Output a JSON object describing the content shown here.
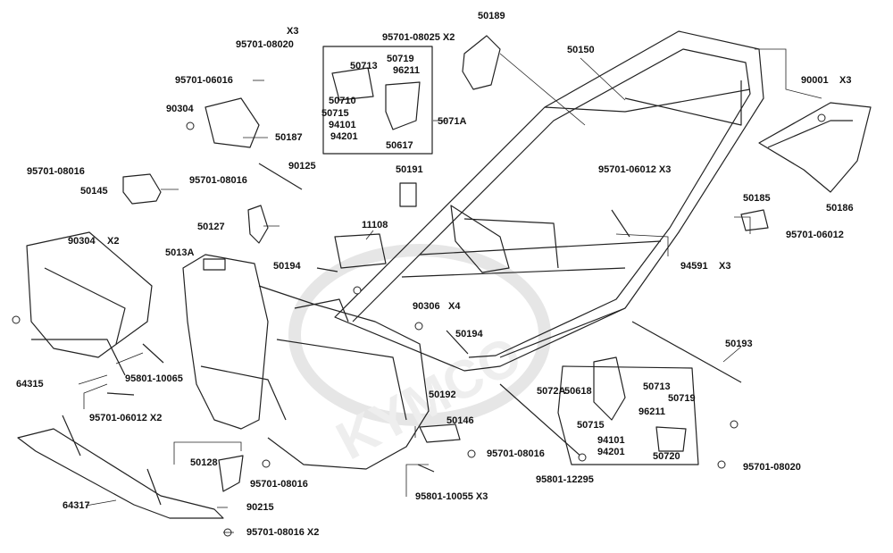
{
  "parts": [
    {
      "id": "p1",
      "text": "X3"
    },
    {
      "id": "p2",
      "text": "95701-08020"
    },
    {
      "id": "p3",
      "text": "95701-08025 X2"
    },
    {
      "id": "p4",
      "text": "50189"
    },
    {
      "id": "p5",
      "text": "50150"
    },
    {
      "id": "p6",
      "text": "95701-06016"
    },
    {
      "id": "p7",
      "text": "50713"
    },
    {
      "id": "p8",
      "text": "50719"
    },
    {
      "id": "p9",
      "text": "96211"
    },
    {
      "id": "p10",
      "text": "50710"
    },
    {
      "id": "p11",
      "text": "50715"
    },
    {
      "id": "p12",
      "text": "94101"
    },
    {
      "id": "p13",
      "text": "94201"
    },
    {
      "id": "p14",
      "text": "5071A"
    },
    {
      "id": "p15",
      "text": "50617"
    },
    {
      "id": "p16",
      "text": "90304"
    },
    {
      "id": "p17",
      "text": "50187"
    },
    {
      "id": "p18",
      "text": "90001"
    },
    {
      "id": "p19",
      "text": "X3"
    },
    {
      "id": "p20",
      "text": "95701-08016"
    },
    {
      "id": "p21",
      "text": "50145"
    },
    {
      "id": "p22",
      "text": "90125"
    },
    {
      "id": "p23",
      "text": "95701-08016"
    },
    {
      "id": "p24",
      "text": "50191"
    },
    {
      "id": "p25",
      "text": "95701-06012 X3"
    },
    {
      "id": "p26",
      "text": "50185"
    },
    {
      "id": "p27",
      "text": "50186"
    },
    {
      "id": "p28",
      "text": "50127"
    },
    {
      "id": "p29",
      "text": "11108"
    },
    {
      "id": "p30",
      "text": "95701-06012"
    },
    {
      "id": "p31",
      "text": "90304"
    },
    {
      "id": "p32",
      "text": "X2"
    },
    {
      "id": "p33",
      "text": "5013A"
    },
    {
      "id": "p34",
      "text": "50194"
    },
    {
      "id": "p35",
      "text": "94591"
    },
    {
      "id": "p36",
      "text": "X3"
    },
    {
      "id": "p37",
      "text": "90306"
    },
    {
      "id": "p38",
      "text": "X4"
    },
    {
      "id": "p39",
      "text": "50194"
    },
    {
      "id": "p40",
      "text": "50193"
    },
    {
      "id": "p41",
      "text": "95801-10065"
    },
    {
      "id": "p42",
      "text": "64315"
    },
    {
      "id": "p43",
      "text": "50192"
    },
    {
      "id": "p44",
      "text": "5072A"
    },
    {
      "id": "p45",
      "text": "50618"
    },
    {
      "id": "p46",
      "text": "50713"
    },
    {
      "id": "p47",
      "text": "50719"
    },
    {
      "id": "p48",
      "text": "96211"
    },
    {
      "id": "p49",
      "text": "95701-06012 X2"
    },
    {
      "id": "p50",
      "text": "50146"
    },
    {
      "id": "p51",
      "text": "50715"
    },
    {
      "id": "p52",
      "text": "94101"
    },
    {
      "id": "p53",
      "text": "94201"
    },
    {
      "id": "p54",
      "text": "50720"
    },
    {
      "id": "p55",
      "text": "95701-08016"
    },
    {
      "id": "p56",
      "text": "95701-08020"
    },
    {
      "id": "p57",
      "text": "50128"
    },
    {
      "id": "p58",
      "text": "95701-08016"
    },
    {
      "id": "p59",
      "text": "95801-12295"
    },
    {
      "id": "p60",
      "text": "64317"
    },
    {
      "id": "p61",
      "text": "90215"
    },
    {
      "id": "p62",
      "text": "95801-10055 X3"
    },
    {
      "id": "p63",
      "text": "95701-08016 X2"
    }
  ],
  "watermark": "KYMCO"
}
